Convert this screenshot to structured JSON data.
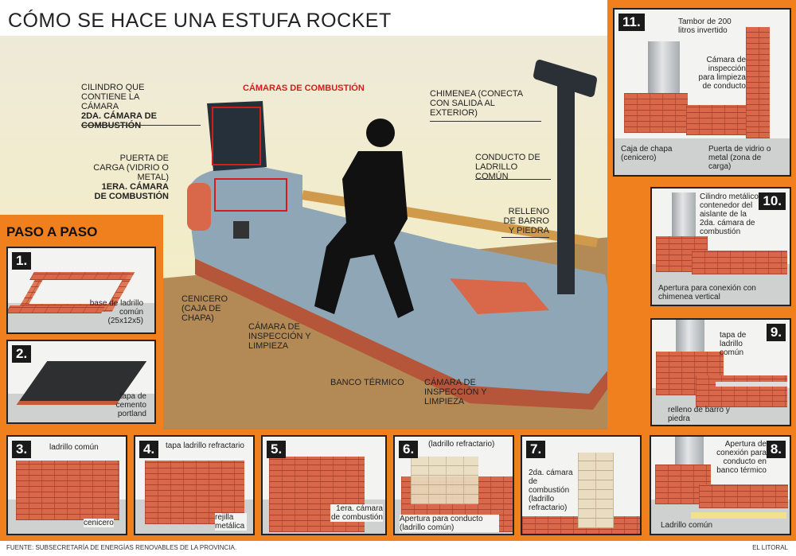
{
  "title": "CÓMO SE HACE UNA ESTUFA ROCKET",
  "main_labels": {
    "cylinder": "CILINDRO QUE CONTIENE LA CÁMARA",
    "cylinder_bold": "2da. CÁMARA DE COMBUSTIÓN",
    "combustion_chambers": "CÁMARAS DE COMBUSTIÓN",
    "load_door": "PUERTA DE CARGA (VIDRIO O METAL)",
    "load_door_bold": "1era. CÁMARA DE COMBUSTIÓN",
    "chimney": "CHIMENEA (CONECTA CON SALIDA AL EXTERIOR)",
    "duct": "CONDUCTO DE LADRILLO COMÚN",
    "fill": "RELLENO DE BARRO Y PIEDRA",
    "ash": "CENICERO (CAJA DE CHAPA)",
    "inspection1": "CÁMARA DE INSPECCIÓN Y LIMPIEZA",
    "bench": "BANCO TÉRMICO",
    "inspection2": "CÁMARA DE INSPECCIÓN Y LIMPIEZA"
  },
  "step_by_step": "PASO A PASO",
  "steps": {
    "s1": {
      "num": "1.",
      "labels": [
        "base de ladrillo común (25x12x5)"
      ]
    },
    "s2": {
      "num": "2.",
      "labels": [
        "tapa de cemento portland"
      ]
    },
    "s3": {
      "num": "3.",
      "labels": [
        "ladrillo común",
        "cenicero"
      ]
    },
    "s4": {
      "num": "4.",
      "labels": [
        "tapa ladrillo refractario",
        "rejilla metálica"
      ]
    },
    "s5": {
      "num": "5.",
      "labels": [
        "1era. cámara de combustión"
      ]
    },
    "s6": {
      "num": "6.",
      "labels": [
        "(ladrillo refractario)",
        "Apertura para conducto (ladrillo común)"
      ]
    },
    "s7": {
      "num": "7.",
      "labels": [
        "2da. cámara de combustión (ladrillo refractario)"
      ]
    },
    "s8": {
      "num": "8.",
      "labels": [
        "Apertura de conexión para conducto en banco térmico",
        "Ladrillo común"
      ]
    },
    "s9": {
      "num": "9.",
      "labels": [
        "tapa de ladrillo común",
        "relleno de barro y piedra"
      ]
    },
    "s10": {
      "num": "10.",
      "labels": [
        "Cilindro metálico contenedor del aislante de la 2da. cámara de combustión",
        "Apertura para conexión con chimenea vertical"
      ]
    },
    "s11": {
      "num": "11.",
      "labels": [
        "Tambor de 200 litros invertido",
        "Cámara de inspección para limpieza de conducto",
        "Caja de chapa (cenicero)",
        "Puerta de vidrio o metal (zona de carga)"
      ]
    }
  },
  "footer": {
    "source": "FUENTE: SUBSECRETARÍA DE ENERGÍAS RENOVABLES DE LA PROVINCIA.",
    "brand": "EL LITORAL"
  },
  "colors": {
    "orange": "#f07f1d",
    "red": "#d51c1c",
    "bench": "#8fa6b6"
  }
}
